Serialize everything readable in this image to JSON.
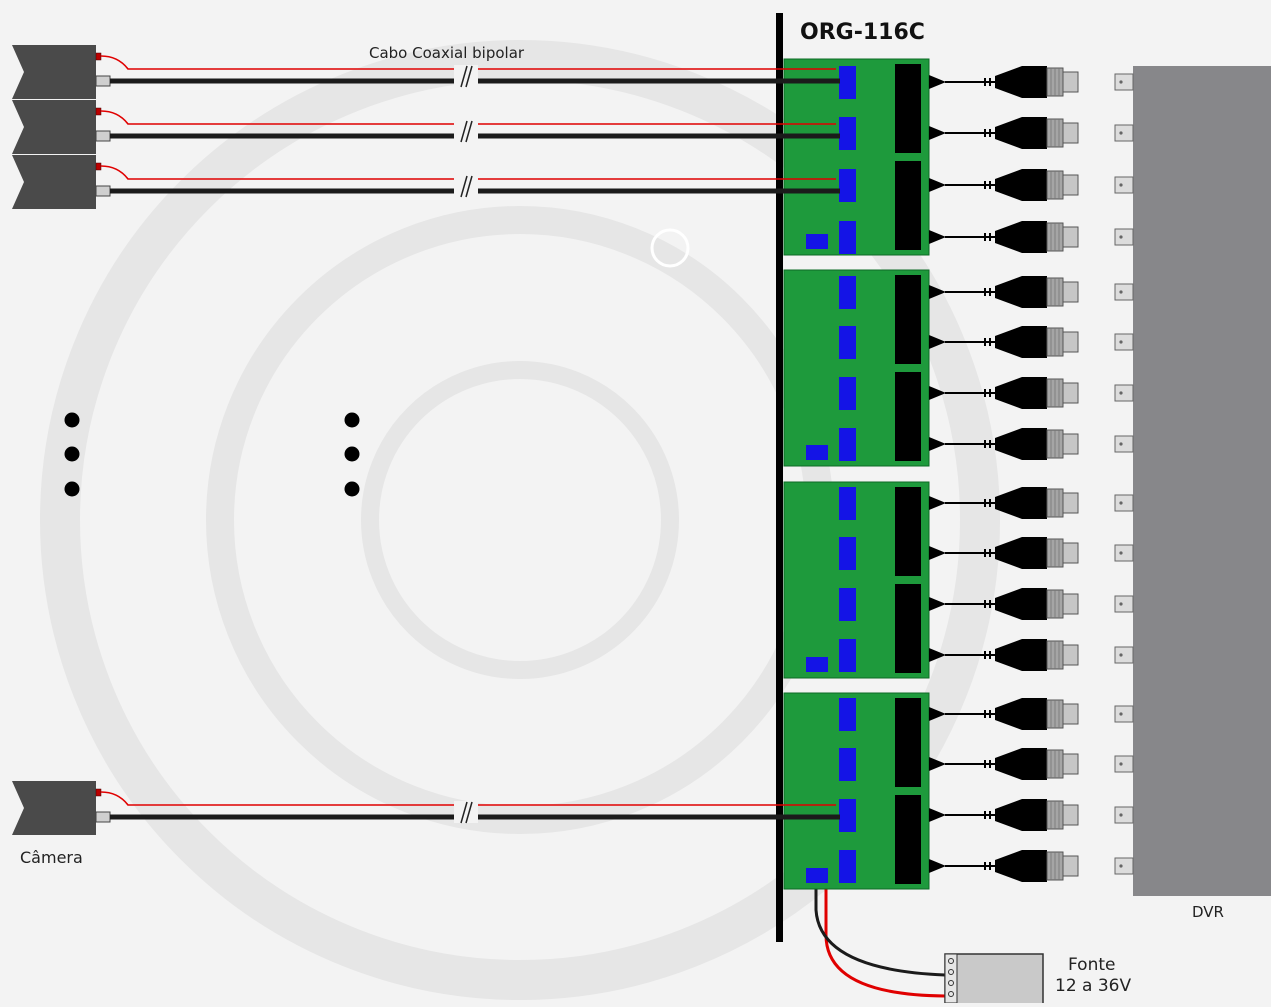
{
  "diagram": {
    "title": "ORG-116C",
    "cable_label": "Cabo Coaxial bipolar",
    "camera_label": "Câmera",
    "dvr_label": "DVR",
    "power_supply_label_line1": "Fonte",
    "power_supply_label_line2": "12 a 36V",
    "channel_count": 16,
    "board_count": 4,
    "cameras_drawn": 4,
    "colors": {
      "board": "#1e9a3c",
      "board_border": "#0d6b26",
      "module": "#1414e6",
      "dvr": "#87878a",
      "positive_wire": "#e00000",
      "ground_wire": "#1b1b1b",
      "camera": "#4a4a4a",
      "bar": "#000000"
    },
    "icons": [
      "camera-icon",
      "bnc-connector-icon",
      "ellipsis-dots-icon",
      "power-supply-icon",
      "dvr-icon"
    ]
  }
}
